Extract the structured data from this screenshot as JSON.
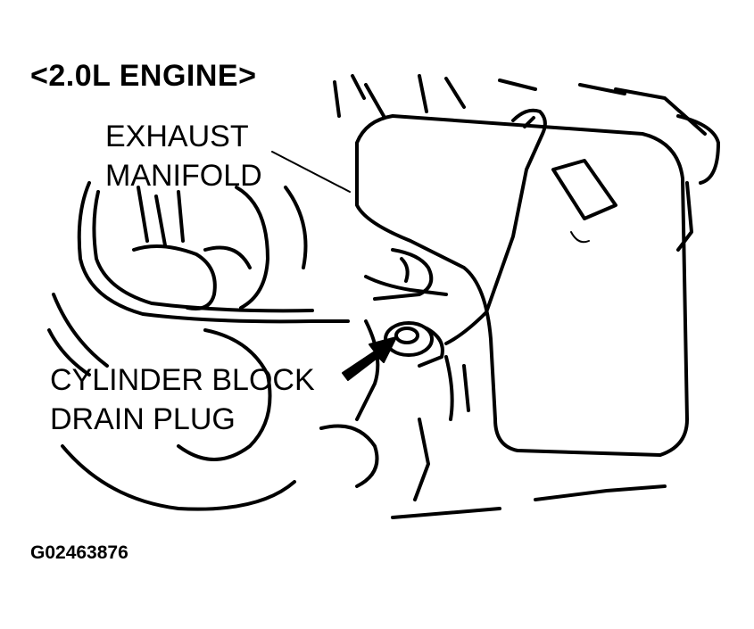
{
  "title": "<2.0L ENGINE>",
  "labels": {
    "exhaust_manifold": [
      "EXHAUST",
      "MANIFOLD"
    ],
    "drain_plug": [
      "CYLINDER BLOCK",
      "DRAIN PLUG"
    ]
  },
  "figure_id": "G02463876"
}
